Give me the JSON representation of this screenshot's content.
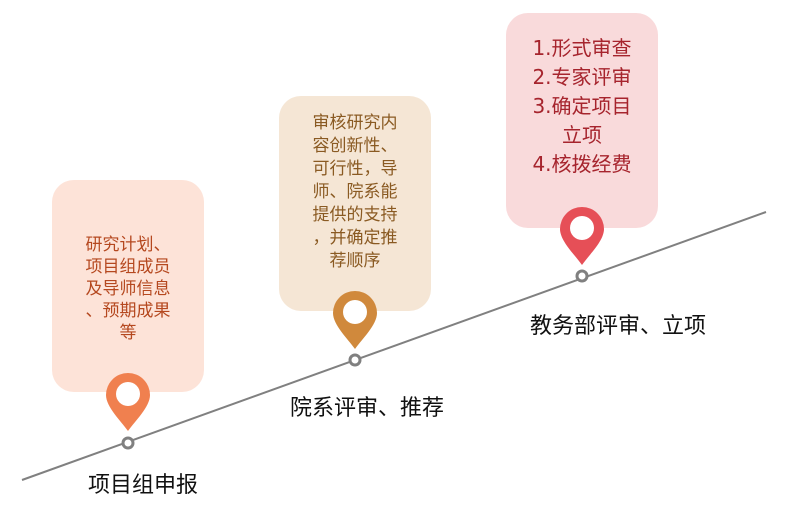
{
  "stages": [
    {
      "label": "项目组申报",
      "detail": "研究计划、\n项目组成员\n及导师信息\n、预期成果\n等",
      "color": "#f0804f"
    },
    {
      "label": "院系评审、推荐",
      "detail": "审核研究内\n容创新性、\n可行性，导\n师、院系能\n提供的支持\n，并确定推\n荐顺序",
      "color": "#d0893c"
    },
    {
      "label": "教务部评审、立项",
      "detail": "1.形式审查\n2.专家评审\n3.确定项目\n立项\n4.核拨经费",
      "color": "#e64f57"
    }
  ],
  "timeline_color": "#808080"
}
